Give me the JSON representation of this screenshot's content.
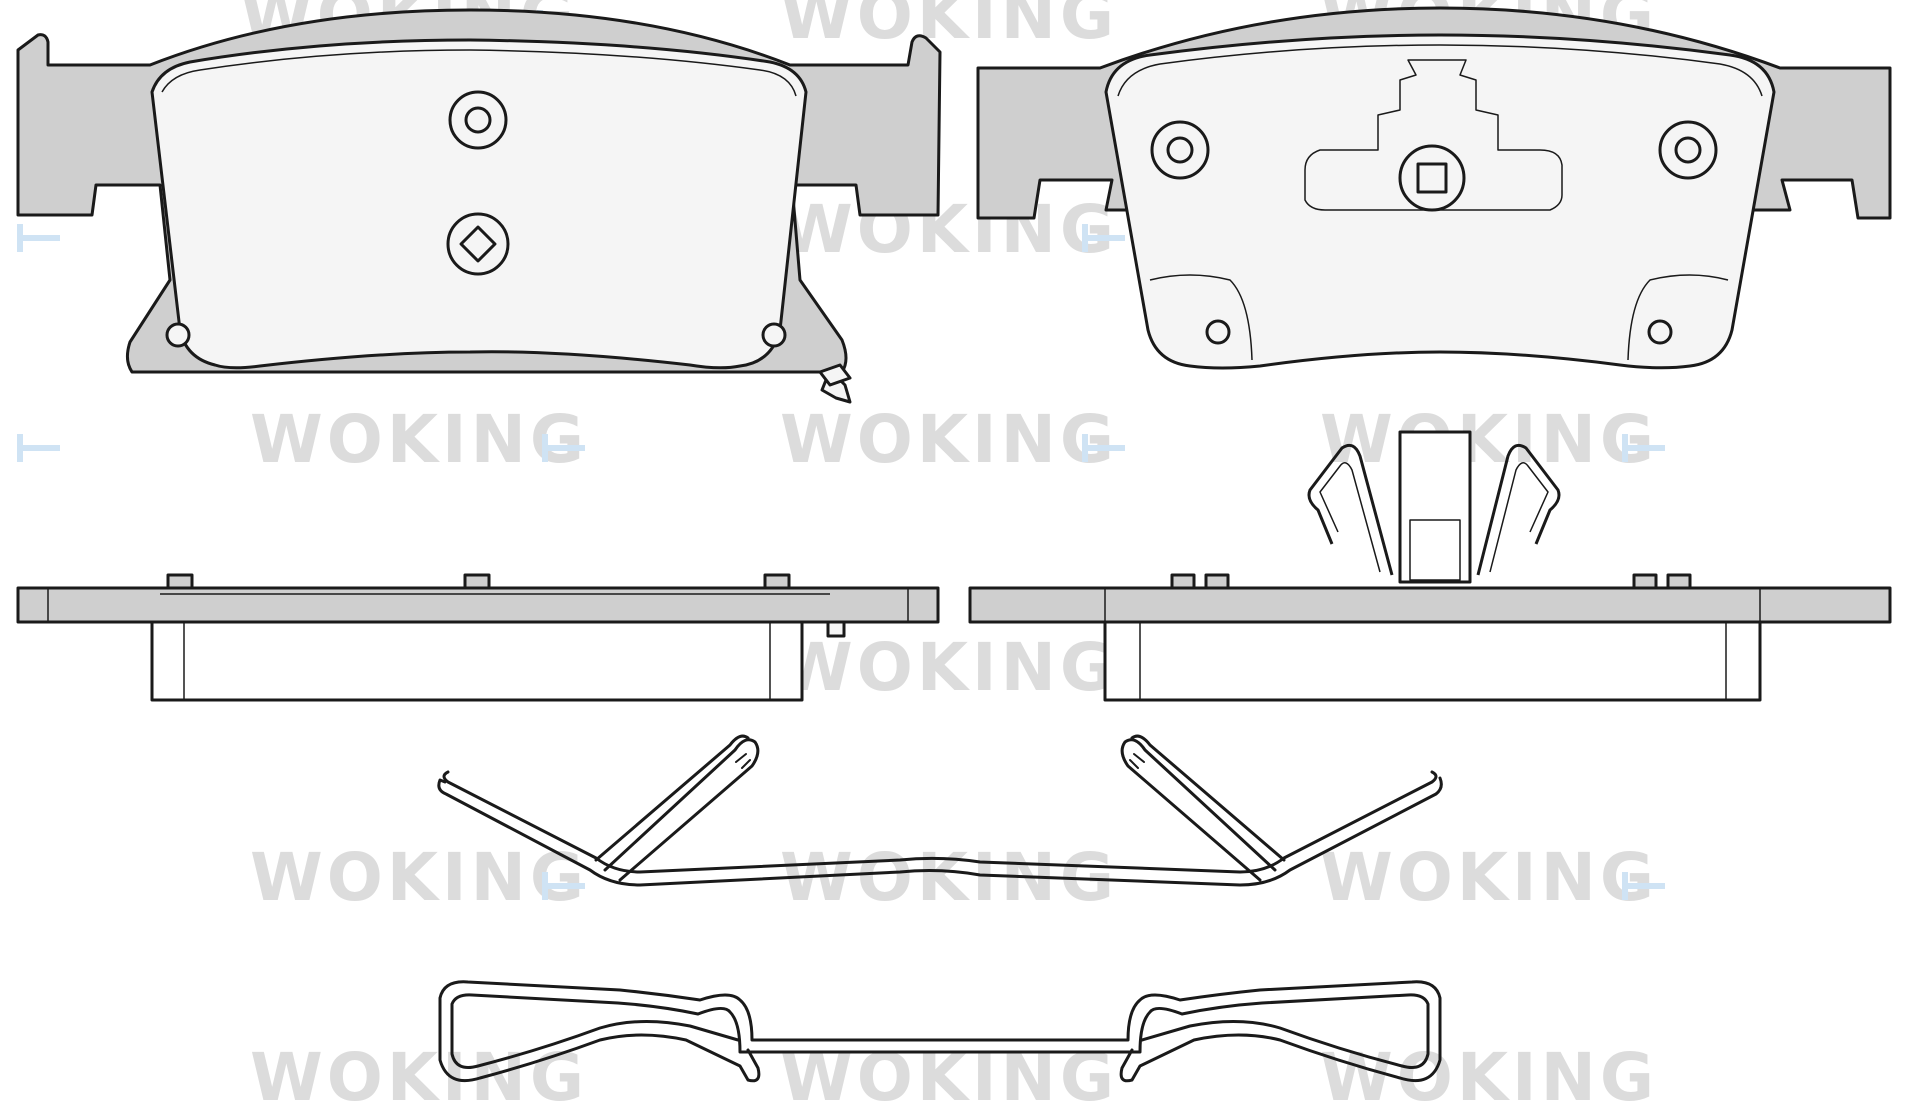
{
  "watermark": {
    "text": "WOKING",
    "mark_color": "#cfe3f4"
  },
  "colors": {
    "pad_fill": "#cfcfcf",
    "friction_fill": "#f5f5f5",
    "line": "#1a1a1a",
    "watermark_text": "#dcdcdc"
  },
  "parts": [
    {
      "name": "front-view-pad-left"
    },
    {
      "name": "front-view-pad-right"
    },
    {
      "name": "side-view-pad-left"
    },
    {
      "name": "side-view-pad-right"
    },
    {
      "name": "anti-rattle-spring"
    },
    {
      "name": "retaining-clip"
    }
  ]
}
